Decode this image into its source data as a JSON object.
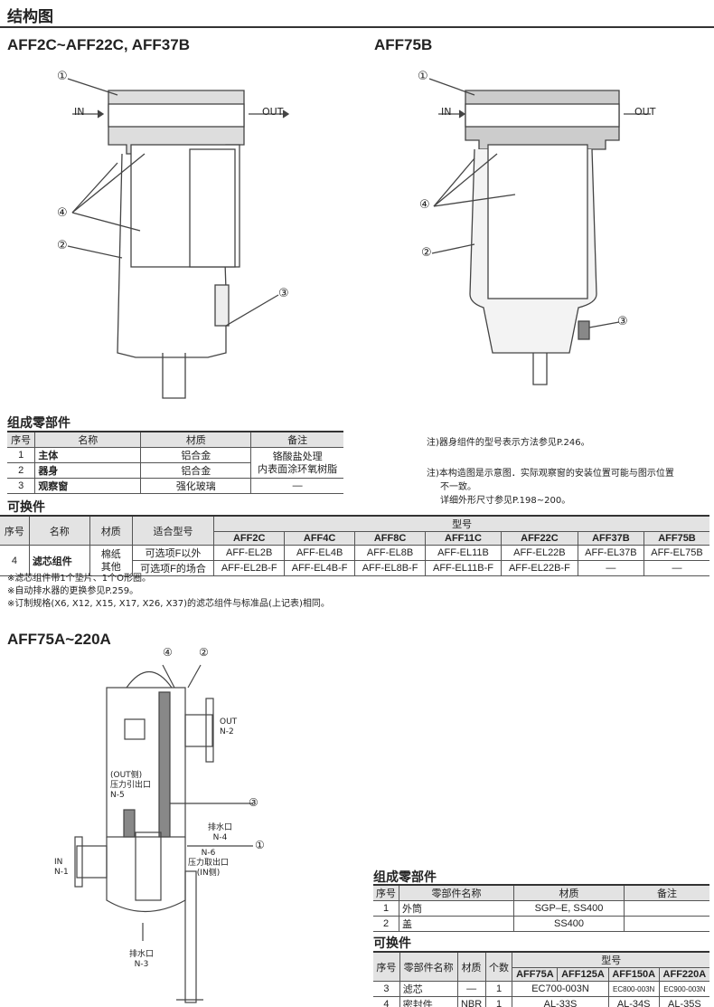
{
  "section_title": "结构图",
  "diagram1": {
    "title": "AFF2C~AFF22C, AFF37B",
    "in": "IN",
    "out": "OUT",
    "callouts": [
      "①",
      "④",
      "②",
      "③"
    ]
  },
  "diagram2": {
    "title": "AFF75B",
    "in": "IN",
    "out": "OUT",
    "callouts": [
      "①",
      "④",
      "②",
      "③"
    ]
  },
  "diagram3": {
    "title": "AFF75A~220A",
    "out": "OUT",
    "out_code": "N-2",
    "in": "IN",
    "in_code": "N-1",
    "out_side": "(OUT侧)",
    "out_pressure": "压力引出口",
    "n5": "N-5",
    "drain1": "排水口",
    "n4": "N-4",
    "n6": "N-6",
    "in_pressure": "压力取出口",
    "in_side": "(IN侧)",
    "drain2": "排水口",
    "n3": "N-3",
    "callouts": [
      "④",
      "②",
      "③",
      "①"
    ]
  },
  "parts1": {
    "title": "组成零部件",
    "headers": [
      "序号",
      "名称",
      "材质",
      "备注"
    ],
    "rows": [
      [
        "1",
        "主体",
        "铝合金"
      ],
      [
        "2",
        "器身",
        "铝合金"
      ],
      [
        "3",
        "观察窗",
        "强化玻璃",
        "—"
      ]
    ],
    "remark_merged": [
      "铬酸盐处理",
      "内表面涂环氧树脂"
    ]
  },
  "notes_right": [
    "注)器身组件的型号表示方法参见P.246。",
    "注)本构造图是示意图．实际观察窗的安装位置可能与图示位置",
    "不一致。",
    "详细外形尺寸参见P.198~200。"
  ],
  "replace1": {
    "title": "可换件",
    "headers": [
      "序号",
      "名称",
      "材质",
      "适合型号",
      "型号"
    ],
    "models": [
      "AFF2C",
      "AFF4C",
      "AFF8C",
      "AFF11C",
      "AFF22C",
      "AFF37B",
      "AFF75B"
    ],
    "no": "4",
    "name": "滤芯组件",
    "material": [
      "棉纸",
      "其他"
    ],
    "rows": [
      {
        "fit": "可选项F以外",
        "values": [
          "AFF-EL2B",
          "AFF-EL4B",
          "AFF-EL8B",
          "AFF-EL11B",
          "AFF-EL22B",
          "AFF-EL37B",
          "AFF-EL75B"
        ]
      },
      {
        "fit": "可选项F的场合",
        "values": [
          "AFF-EL2B-F",
          "AFF-EL4B-F",
          "AFF-EL8B-F",
          "AFF-EL11B-F",
          "AFF-EL22B-F",
          "—",
          "—"
        ]
      }
    ]
  },
  "notes_bottom": [
    "※滤芯组件带1个垫片、1个O形圈。",
    "※自动排水器的更换参见P.259。",
    "※订制规格(X6, X12, X15, X17, X26, X37)的滤芯组件与标准品(上记表)相同。"
  ],
  "parts2": {
    "title": "组成零部件",
    "headers": [
      "序号",
      "零部件名称",
      "材质",
      "备注"
    ],
    "rows": [
      [
        "1",
        "外筒",
        "SGP–E, SS400",
        ""
      ],
      [
        "2",
        "盖",
        "SS400",
        ""
      ]
    ]
  },
  "replace2": {
    "title": "可换件",
    "headers": [
      "序号",
      "零部件名称",
      "材质",
      "个数",
      "型号"
    ],
    "models": [
      "AFF75A",
      "AFF125A",
      "AFF150A",
      "AFF220A"
    ],
    "rows": [
      [
        "3",
        "滤芯",
        "—",
        "1",
        "EC700-003N",
        "EC800-003N",
        "EC900-003N"
      ],
      [
        "4",
        "密封件",
        "NBR",
        "1",
        "AL-33S",
        "AL-34S",
        "AL-35S"
      ]
    ]
  }
}
